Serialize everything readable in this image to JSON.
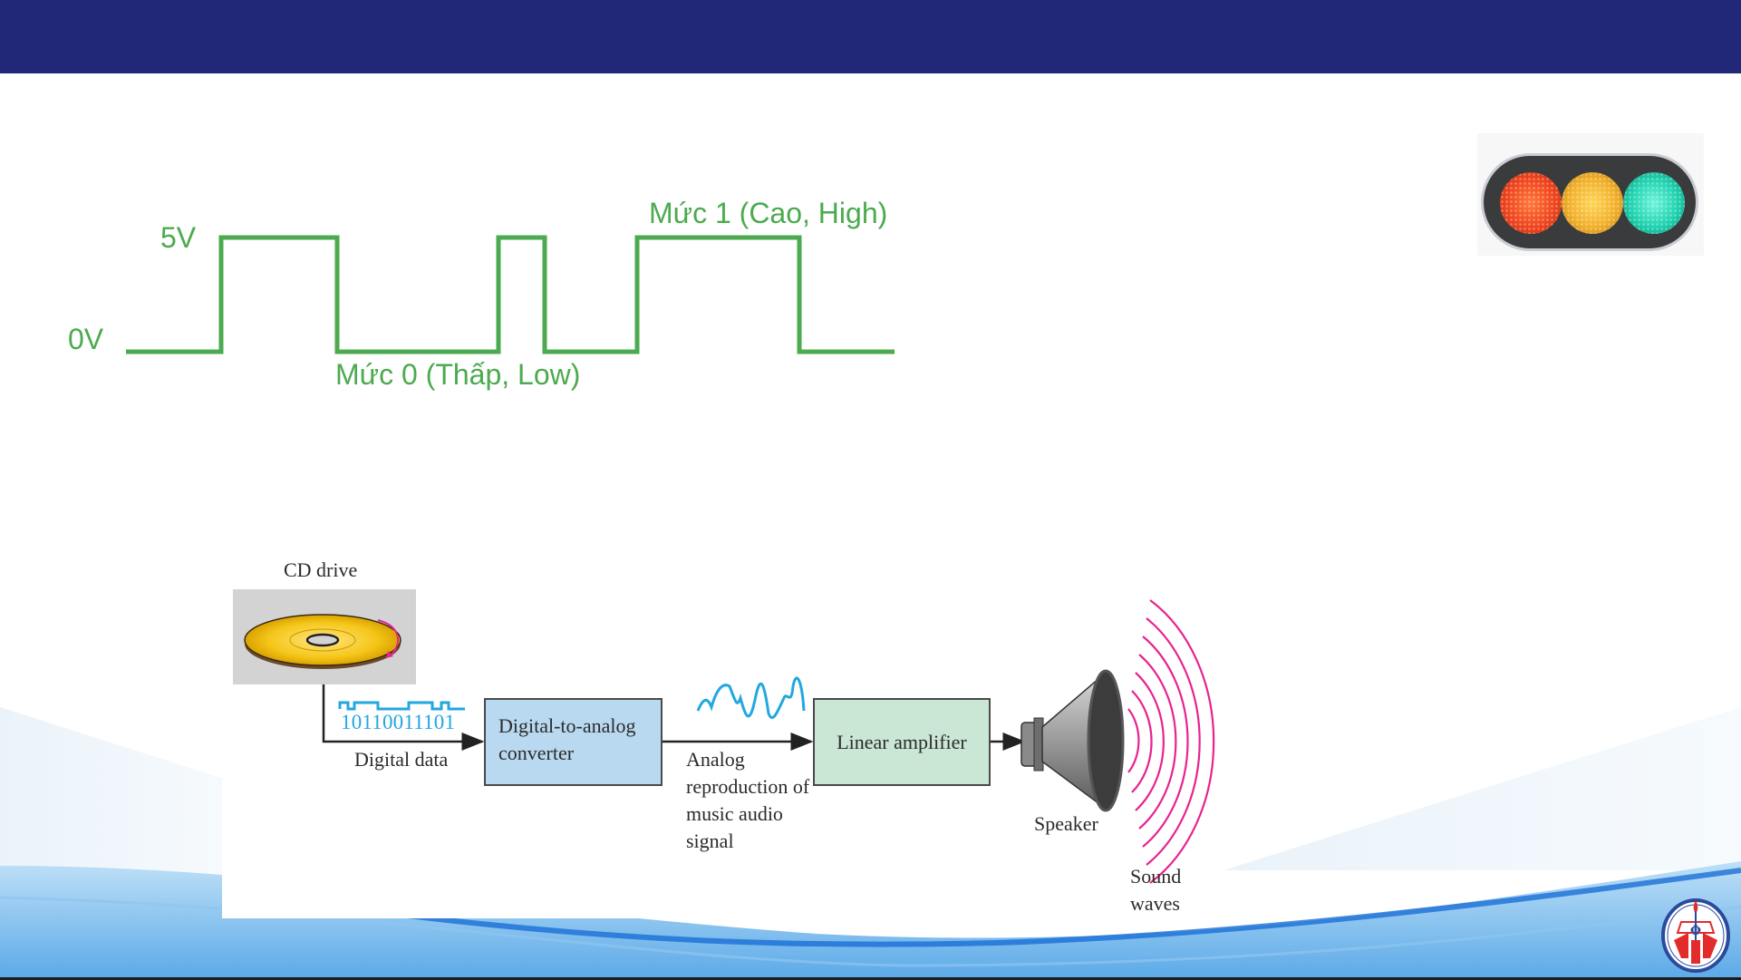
{
  "slide": {
    "header_color": "#212877",
    "accent_green": "#4caa4f"
  },
  "signal_diagram": {
    "label_high_voltage": "5V",
    "label_low_voltage": "0V",
    "label_level_0": "Mức 0 (Thấp, Low)",
    "label_level_1": "Mức 1 (Cao, High)",
    "bit_sequence": [
      0,
      1,
      0,
      1,
      0,
      1,
      0
    ],
    "color": "#4caa4f"
  },
  "traffic_light": {
    "lamps": [
      "red",
      "yellow",
      "green"
    ]
  },
  "block_diagram": {
    "cd_drive_label": "CD drive",
    "bits": "10110011101",
    "digital_data_label": "Digital data",
    "dac_label_line1": "Digital-to-analog",
    "dac_label_line2": "converter",
    "analog_label": "Analog reproduction of music audio signal",
    "amplifier_label": "Linear amplifier",
    "speaker_label": "Speaker",
    "sound_waves_label": "Sound waves",
    "colors": {
      "dac_box": "#b9d9f1",
      "amp_box": "#cae6d5",
      "signal_blue": "#22a7e0",
      "wave_magenta": "#e8238f",
      "disc_gold": "#f5c518"
    }
  },
  "logo": {
    "name": "university-logo",
    "symbol": "Φ"
  }
}
